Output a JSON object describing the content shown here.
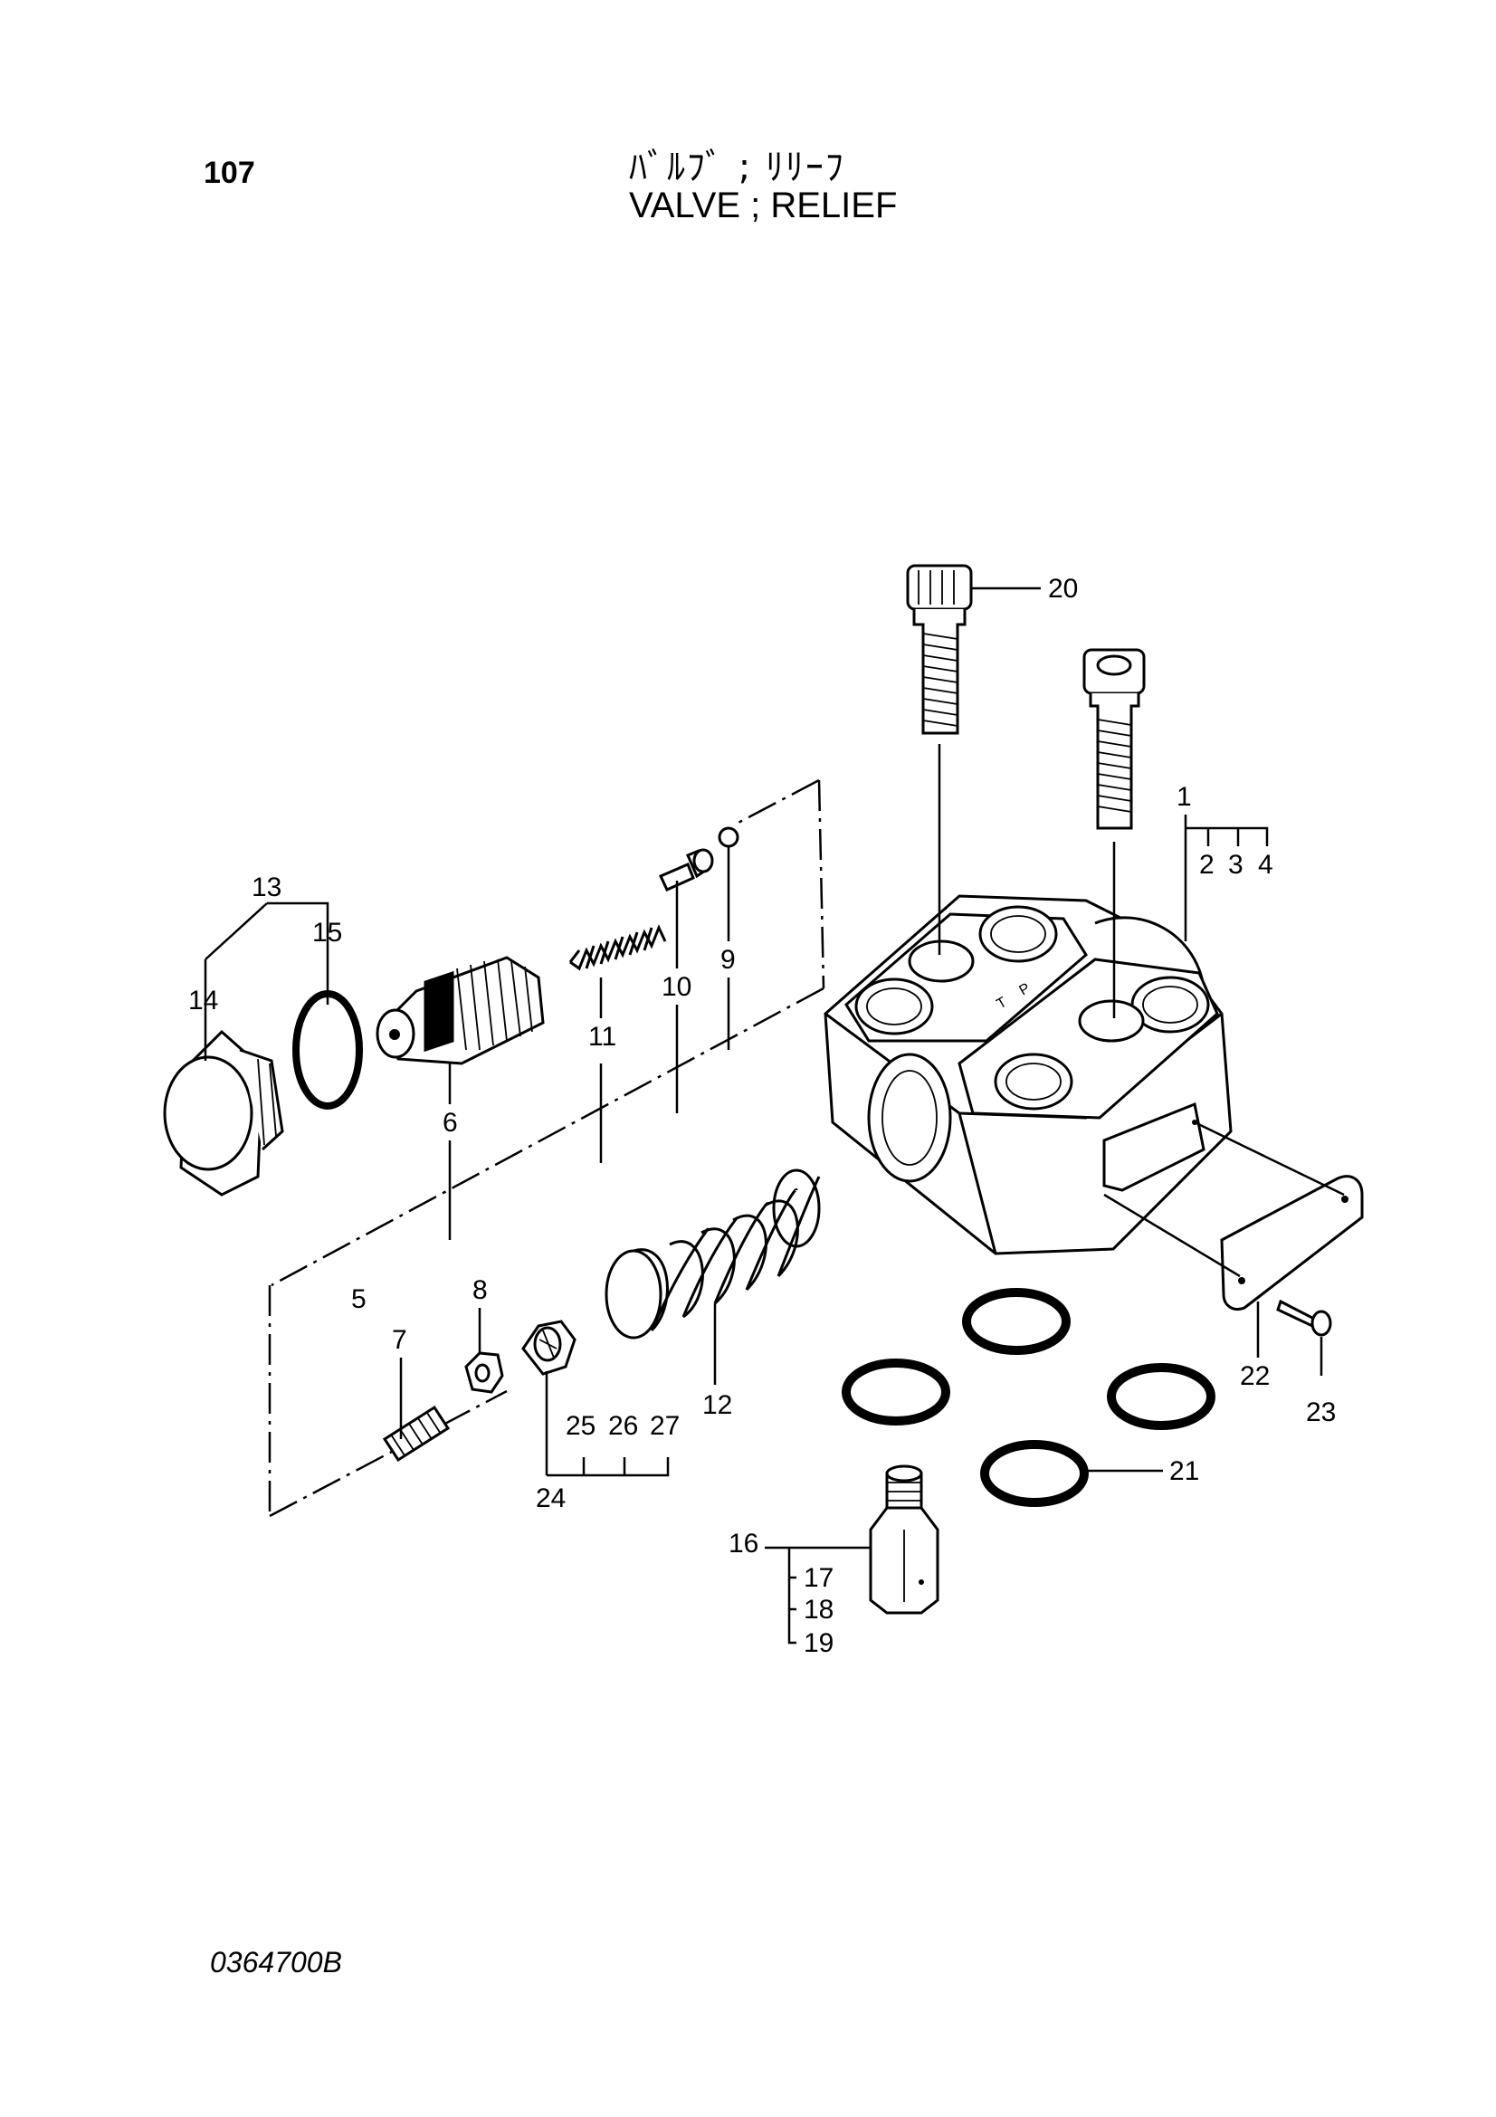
{
  "header": {
    "page_number": "107",
    "title_jp": "ﾊﾞﾙﾌﾞ ; ﾘﾘｰﾌ",
    "title_en": "VALVE ; RELIEF"
  },
  "callouts": {
    "c1": "1",
    "c2": "2",
    "c3": "3",
    "c4": "4",
    "c5": "5",
    "c6": "6",
    "c7": "7",
    "c8": "8",
    "c9": "9",
    "c10": "10",
    "c11": "11",
    "c12": "12",
    "c13": "13",
    "c14": "14",
    "c15": "15",
    "c16": "16",
    "c17": "17",
    "c18": "18",
    "c19": "19",
    "c20": "20",
    "c21": "21",
    "c22": "22",
    "c23": "23",
    "c24": "24",
    "c25": "25",
    "c26": "26",
    "c27": "27"
  },
  "footer": {
    "drawing_code": "0364700B"
  }
}
